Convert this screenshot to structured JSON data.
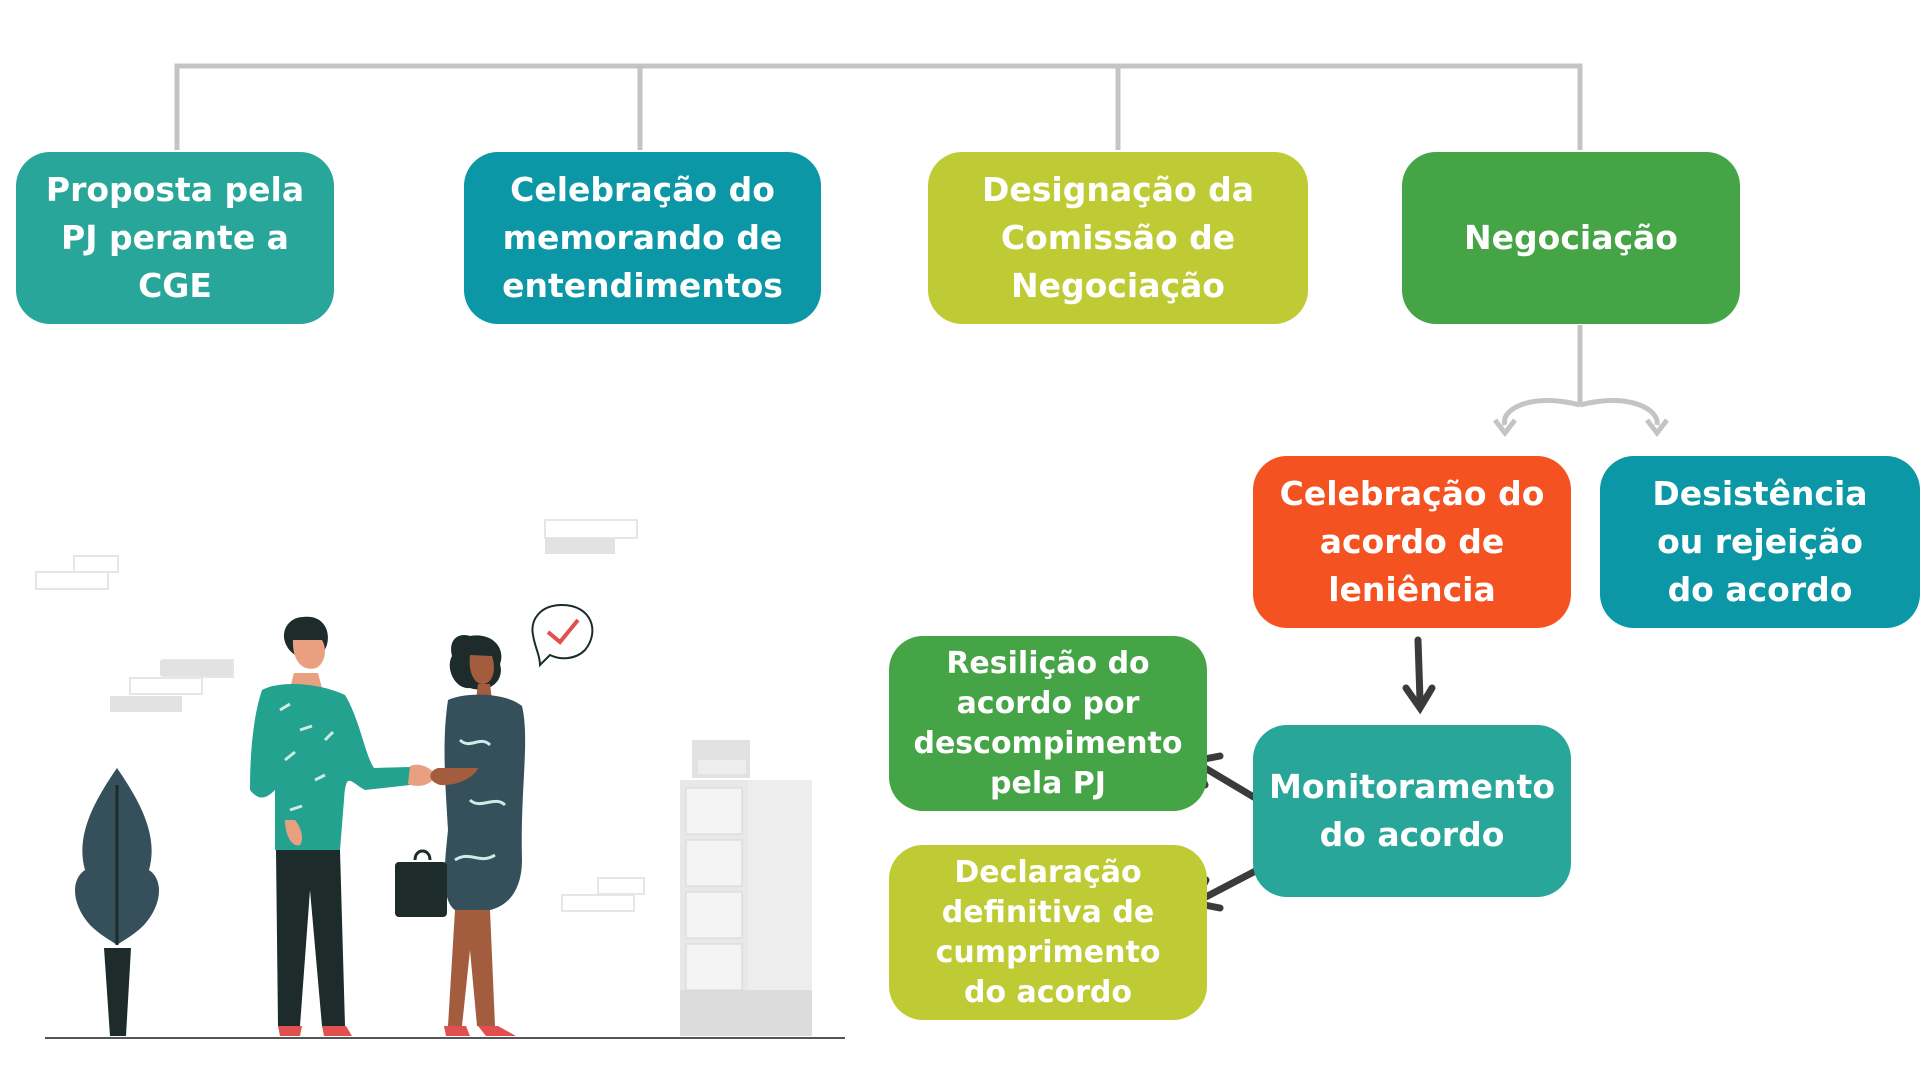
{
  "top_row": [
    {
      "label": "Proposta pela\nPJ perante a CGE",
      "color": "#29a69a"
    },
    {
      "label": "Celebração do\nmemorando de\nentendimentos",
      "color": "#0b97a6"
    },
    {
      "label": "Designação da\nComissão de\nNegociação",
      "color": "#bfcb34"
    },
    {
      "label": "Negociação",
      "color": "#45a446"
    }
  ],
  "outcomes": [
    {
      "label": "Celebração do\nacordo de\nleniência",
      "color": "#f45221"
    },
    {
      "label": "Desistência\nou rejeição\ndo acordo",
      "color": "#0b97a6"
    }
  ],
  "monitoring": {
    "label": "Monitoramento\ndo acordo",
    "color": "#29a69a"
  },
  "results": [
    {
      "label": "Resilição do\nacordo por\ndescompimento\npela PJ",
      "color": "#45a446"
    },
    {
      "label": "Declaração\ndefinitiva de\ncumprimento\ndo acordo",
      "color": "#bfcb34"
    }
  ],
  "colors": {
    "connector": "#c4c4c4",
    "arrow": "#3b3b3b",
    "illustration_teal": "#22a28f",
    "illustration_dark": "#1d2b2b"
  },
  "illustration": {
    "icons": [
      "plant-icon",
      "man-icon",
      "woman-icon",
      "briefcase-icon",
      "checkmark-bubble-icon",
      "cabinet-icon"
    ]
  }
}
